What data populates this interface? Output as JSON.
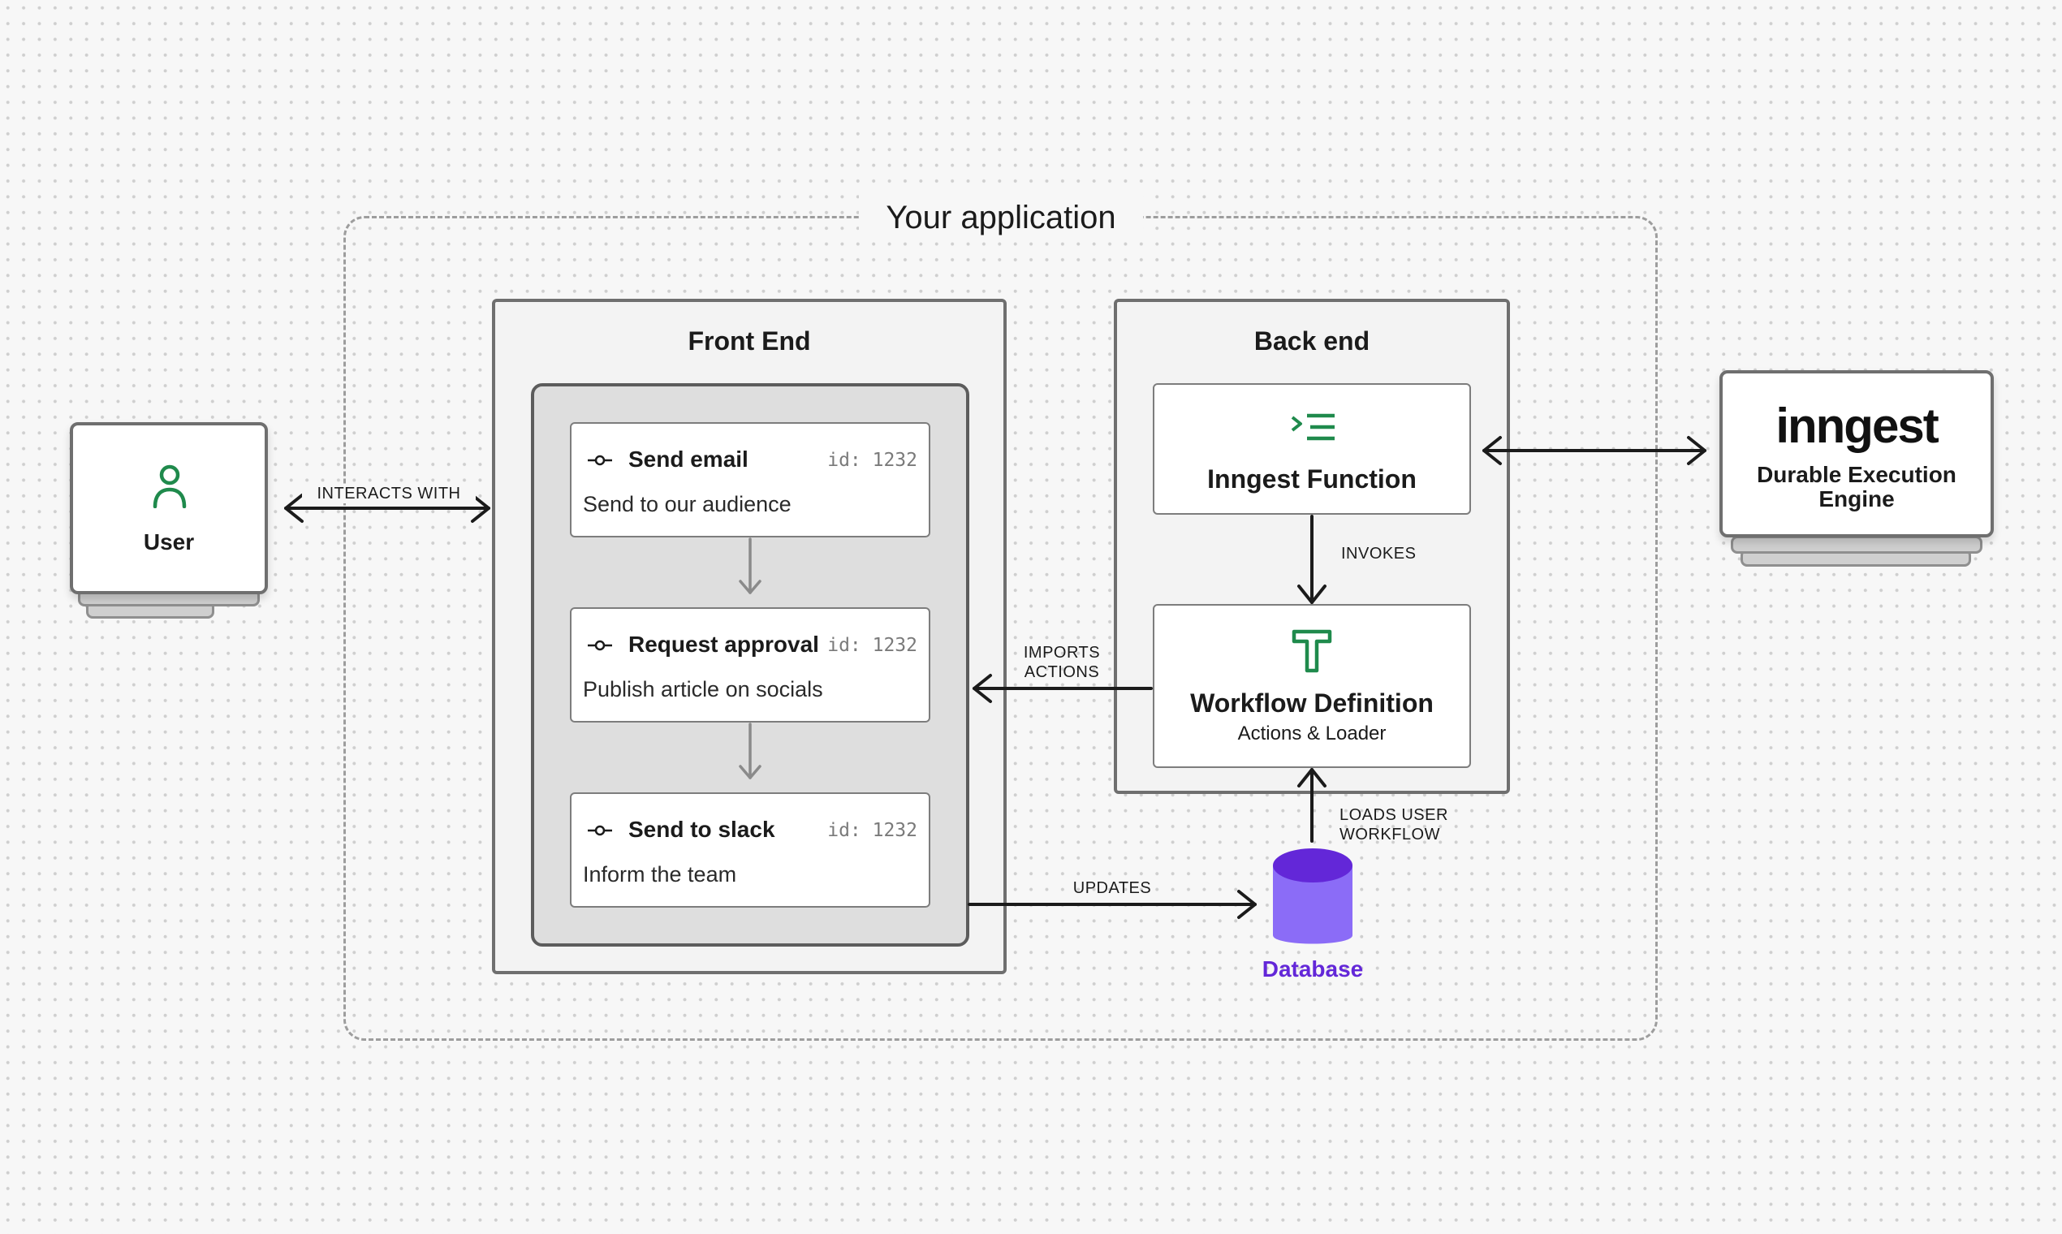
{
  "app": {
    "title": "Your application"
  },
  "user": {
    "label": "User"
  },
  "engine": {
    "logo": "inngest",
    "description": "Durable Execution Engine"
  },
  "front_end": {
    "title": "Front End",
    "steps": [
      {
        "title": "Send email",
        "id": "id: 1232",
        "description": "Send to our audience"
      },
      {
        "title": "Request approval",
        "id": "id: 1232",
        "description": "Publish article on socials"
      },
      {
        "title": "Send to slack",
        "id": "id: 1232",
        "description": "Inform the team"
      }
    ]
  },
  "back_end": {
    "title": "Back end",
    "function": {
      "title": "Inngest Function"
    },
    "workflow": {
      "title": "Workflow Definition",
      "subtitle": "Actions & Loader"
    }
  },
  "database": {
    "label": "Database"
  },
  "edges": {
    "interacts_with": "INTERACTS WITH",
    "invokes": "INVOKES",
    "imports_actions_1": "IMPORTS",
    "imports_actions_2": "ACTIONS",
    "loads_user_workflow_1": "LOADS USER",
    "loads_user_workflow_2": "WORKFLOW",
    "updates": "UPDATES"
  },
  "colors": {
    "accent_green": "#1f8a4c",
    "database_purple": "#6327d8",
    "database_fill": "#8b6cf7"
  }
}
